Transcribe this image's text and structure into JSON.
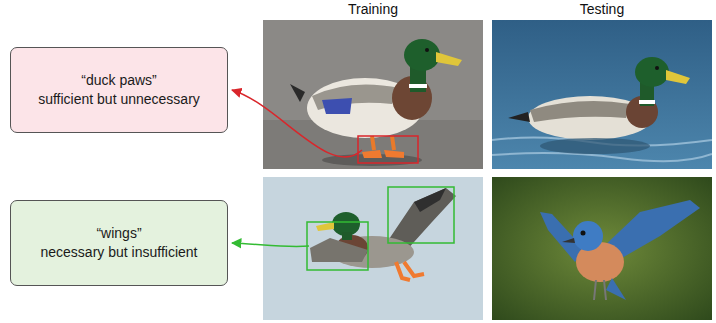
{
  "diagram": {
    "nodes": [
      {
        "text": [
          "“duck paws”",
          "sufficient but unnecessary"
        ]
      },
      {
        "text": [
          "“wings”",
          "necessary but insufficient"
        ]
      }
    ],
    "labels": [
      "Training",
      "Testing"
    ]
  }
}
